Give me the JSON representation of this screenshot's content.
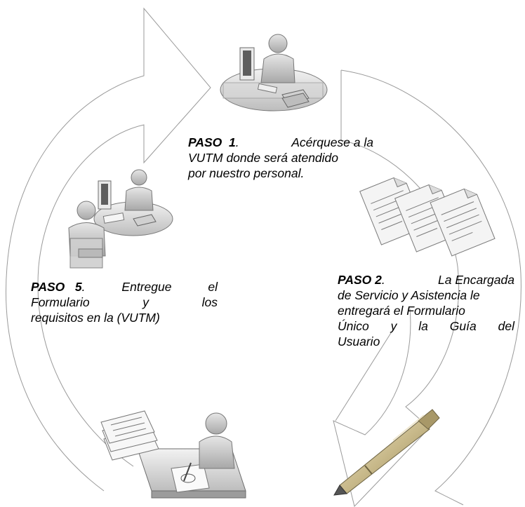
{
  "steps": [
    {
      "id": "paso-1",
      "label": "PASO 1",
      "text": "Acérquese a la VUTM donde será atendido por nuestro personal."
    },
    {
      "id": "paso-2",
      "label": "PASO 2",
      "text": "La Encargada de Servicio y Asistencia le entregará el Formulario Único y la Guía del Usuario"
    },
    {
      "id": "paso-5",
      "label": "PASO 5",
      "text": "Entregue el Formulario y los requisitos en la (VUTM)"
    }
  ],
  "text_parts": {
    "s1_label": "PASO",
    "s1_num": "1",
    "s1_line1": "Acérquese a la",
    "s1_line2": "VUTM donde será atendido",
    "s1_line3": "por nuestro personal.",
    "s2_label": "PASO",
    "s2_num": "2",
    "s2_line1": "La Encargada",
    "s2_line2": "de Servicio y Asistencia le",
    "s2_line3": "entregará el Formulario",
    "s2_line4a": "Único",
    "s2_line4b": "y",
    "s2_line4c": "la",
    "s2_line4d": "Guía",
    "s2_line4e": "del",
    "s2_line5": "Usuario",
    "s5_label": "PASO",
    "s5_num": "5",
    "s5_line1a": "Entregue",
    "s5_line1b": "el",
    "s5_line2a": "Formulario",
    "s5_line2b": "y",
    "s5_line2c": "los",
    "s5_line3": "requisitos en la (VUTM)"
  },
  "icons": [
    "reception-desk-icon",
    "front-desk-service-icon",
    "documents-icon",
    "pen-icon",
    "person-writing-form-icon",
    "cycle-arrow-icon"
  ],
  "colors": {
    "outline": "#9a9a9a",
    "figure": "#c9c9c9",
    "figure_dark": "#8c8c8c",
    "pen_gold": "#c8b98a"
  }
}
